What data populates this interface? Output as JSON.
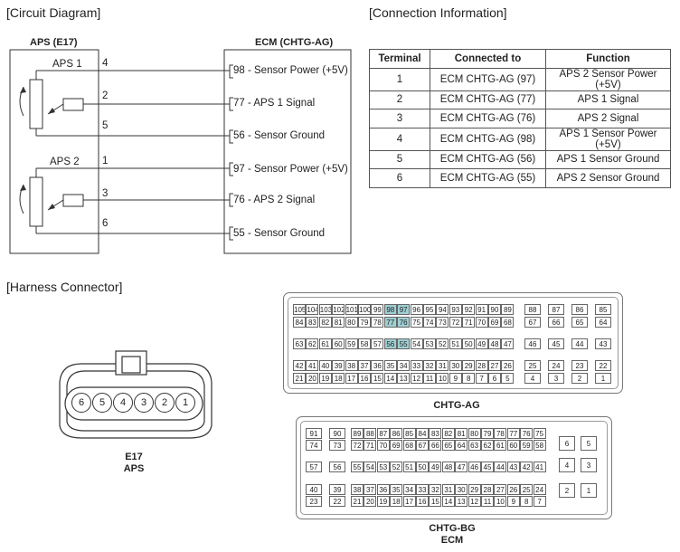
{
  "circuit": {
    "title": "[Circuit Diagram]",
    "aps_label": "APS (E17)",
    "ecm_label": "ECM (CHTG-AG)",
    "aps1": "APS 1",
    "aps2": "APS 2",
    "left_pins": [
      "4",
      "2",
      "5",
      "1",
      "3",
      "6"
    ],
    "right_labels": [
      "98 - Sensor Power (+5V)",
      "77 - APS 1 Signal",
      "56 - Sensor Ground",
      "97 - Sensor Power (+5V)",
      "76 - APS 2 Signal",
      "55 - Sensor Ground"
    ]
  },
  "connection": {
    "title": "[Connection Information]",
    "headers": [
      "Terminal",
      "Connected to",
      "Function"
    ],
    "rows": [
      [
        "1",
        "ECM CHTG-AG (97)",
        "APS 2 Sensor Power (+5V)"
      ],
      [
        "2",
        "ECM CHTG-AG (77)",
        "APS 1 Signal"
      ],
      [
        "3",
        "ECM CHTG-AG (76)",
        "APS 2 Signal"
      ],
      [
        "4",
        "ECM CHTG-AG (98)",
        "APS 1 Sensor Power (+5V)"
      ],
      [
        "5",
        "ECM CHTG-AG (56)",
        "APS 1 Sensor Ground"
      ],
      [
        "6",
        "ECM CHTG-AG (55)",
        "APS 2 Sensor Ground"
      ]
    ]
  },
  "harness": {
    "title": "[Harness Connector]",
    "e17_pins": [
      "6",
      "5",
      "4",
      "3",
      "2",
      "1"
    ],
    "e17_label1": "E17",
    "e17_label2": "APS",
    "ag_label": "CHTG-AG",
    "bg_label1": "CHTG-BG",
    "bg_label2": "ECM",
    "highlight_color": "#9fcfd3",
    "ag_rows": [
      {
        "main": [
          "105",
          "104",
          "103",
          "102",
          "101",
          "100",
          "99",
          "98",
          "97",
          "96",
          "95",
          "94",
          "93",
          "92",
          "91",
          "90",
          "89"
        ],
        "side": [
          "88",
          "87",
          "86",
          "85"
        ]
      },
      {
        "main": [
          "84",
          "83",
          "82",
          "81",
          "80",
          "79",
          "78",
          "77",
          "76",
          "75",
          "74",
          "73",
          "72",
          "71",
          "70",
          "69",
          "68"
        ],
        "side": [
          "67",
          "66",
          "65",
          "64"
        ]
      },
      {
        "main": [
          "63",
          "62",
          "61",
          "60",
          "59",
          "58",
          "57",
          "56",
          "55",
          "54",
          "53",
          "52",
          "51",
          "50",
          "49",
          "48",
          "47"
        ],
        "side": [
          "46",
          "45",
          "44",
          "43"
        ]
      },
      {
        "main": [
          "42",
          "41",
          "40",
          "39",
          "38",
          "37",
          "36",
          "35",
          "34",
          "33",
          "32",
          "31",
          "30",
          "29",
          "28",
          "27",
          "26"
        ],
        "side": [
          "25",
          "24",
          "23",
          "22"
        ]
      },
      {
        "main": [
          "21",
          "20",
          "19",
          "18",
          "17",
          "16",
          "15",
          "14",
          "13",
          "12",
          "11",
          "10",
          "9",
          "8",
          "7",
          "6",
          "5"
        ],
        "side": [
          "4",
          "3",
          "2",
          "1"
        ]
      }
    ],
    "ag_highlight": [
      "98",
      "97",
      "77",
      "76",
      "56",
      "55"
    ],
    "bg_rows": [
      {
        "a": "91",
        "b": "90",
        "main": [
          "89",
          "88",
          "87",
          "86",
          "85",
          "84",
          "83",
          "82",
          "81",
          "80",
          "79",
          "78",
          "77",
          "76",
          "75"
        ]
      },
      {
        "a": "74",
        "b": "73",
        "main": [
          "72",
          "71",
          "70",
          "69",
          "68",
          "67",
          "66",
          "65",
          "64",
          "63",
          "62",
          "61",
          "60",
          "59",
          "58"
        ]
      },
      {
        "a": "57",
        "b": "56",
        "main": [
          "55",
          "54",
          "53",
          "52",
          "51",
          "50",
          "49",
          "48",
          "47",
          "46",
          "45",
          "44",
          "43",
          "42",
          "41"
        ]
      },
      {
        "a": "40",
        "b": "39",
        "main": [
          "38",
          "37",
          "36",
          "35",
          "34",
          "33",
          "32",
          "31",
          "30",
          "29",
          "28",
          "27",
          "26",
          "25",
          "24"
        ]
      },
      {
        "a": "23",
        "b": "22",
        "main": [
          "21",
          "20",
          "19",
          "18",
          "17",
          "16",
          "15",
          "14",
          "13",
          "12",
          "11",
          "10",
          "9",
          "8",
          "7"
        ]
      }
    ],
    "bg_side": [
      [
        "6",
        "5"
      ],
      [
        "4",
        "3"
      ],
      [
        "2",
        "1"
      ]
    ]
  }
}
